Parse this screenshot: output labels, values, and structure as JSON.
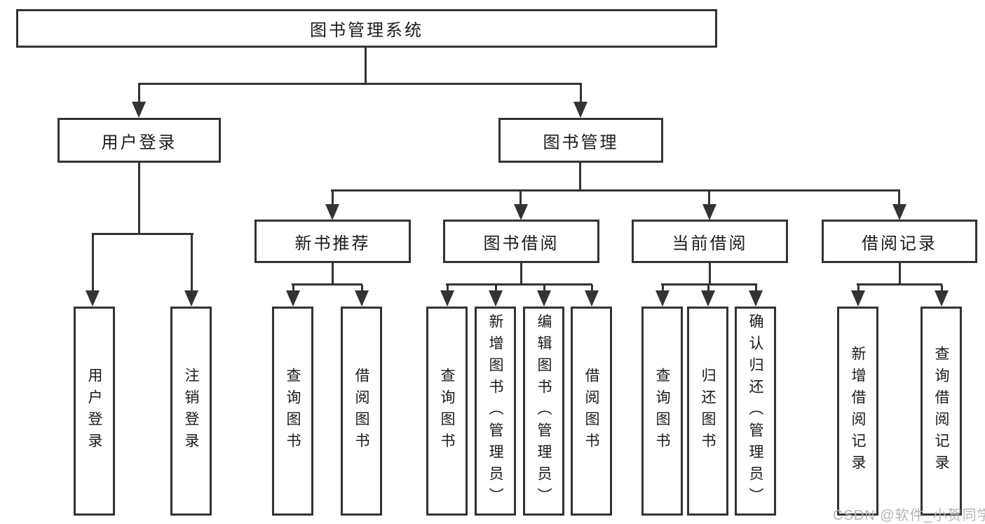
{
  "diagram": {
    "root": {
      "label": "图书管理系统"
    },
    "level2": [
      {
        "label": "用户登录"
      },
      {
        "label": "图书管理"
      }
    ],
    "level3": [
      {
        "label": "新书推荐",
        "parent": "图书管理"
      },
      {
        "label": "图书借阅",
        "parent": "图书管理"
      },
      {
        "label": "当前借阅",
        "parent": "图书管理"
      },
      {
        "label": "借阅记录",
        "parent": "图书管理"
      }
    ],
    "leaves": [
      {
        "label": "用户登录",
        "parent": "用户登录"
      },
      {
        "label": "注销登录",
        "parent": "用户登录"
      },
      {
        "label": "查询图书",
        "parent": "新书推荐"
      },
      {
        "label": "借阅图书",
        "parent": "新书推荐"
      },
      {
        "label": "查询图书",
        "parent": "图书借阅"
      },
      {
        "label": "新增图书（管理员）",
        "parent": "图书借阅"
      },
      {
        "label": "编辑图书（管理员）",
        "parent": "图书借阅"
      },
      {
        "label": "借阅图书",
        "parent": "图书借阅"
      },
      {
        "label": "查询图书",
        "parent": "当前借阅"
      },
      {
        "label": "归还图书",
        "parent": "当前借阅"
      },
      {
        "label": "确认归还（管理员）",
        "parent": "当前借阅"
      },
      {
        "label": "新增借阅记录",
        "parent": "借阅记录"
      },
      {
        "label": "查询借阅记录",
        "parent": "借阅记录"
      }
    ]
  },
  "watermark": "CSDN @软件_小贺同学",
  "colors": {
    "line": "#333333",
    "text": "#1a1a1a",
    "watermark": "#b5b5b5",
    "background": "#ffffff"
  }
}
